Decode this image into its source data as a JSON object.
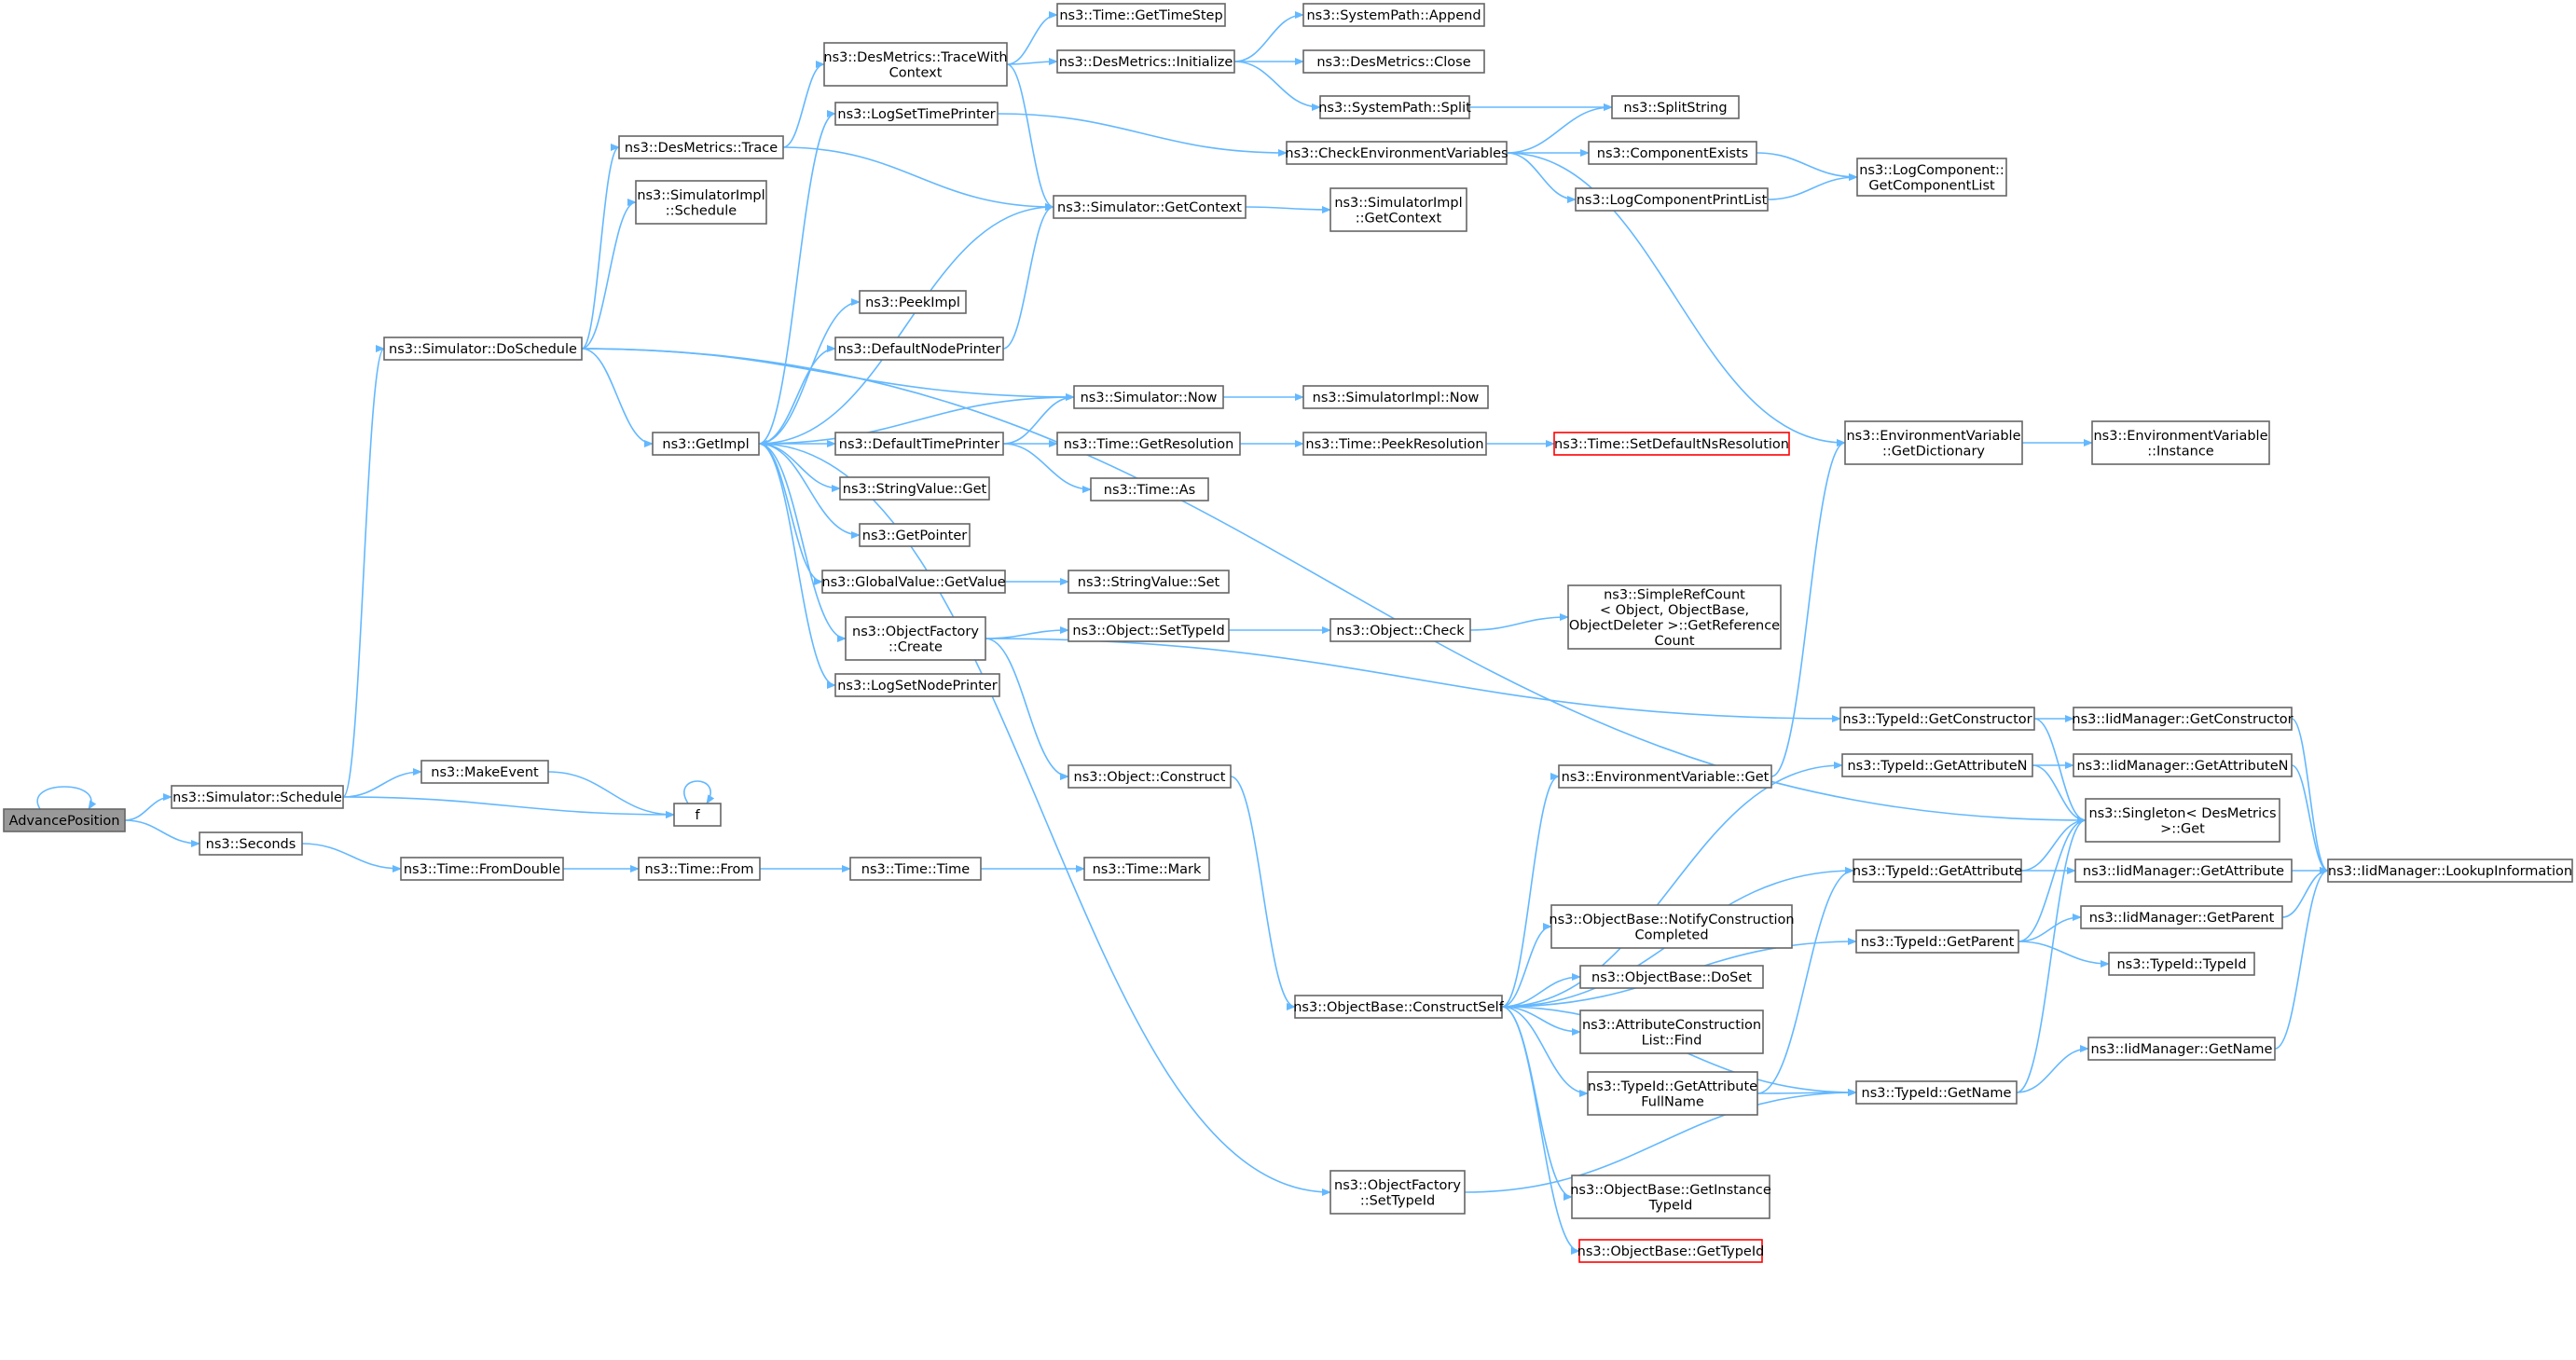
{
  "colors": {
    "edge": "#63b8ff",
    "node_border": "#666666",
    "root_fill": "#999999",
    "broken_border": "#ff0000",
    "background": "#ffffff"
  },
  "nodes": [
    {
      "id": "AdvancePosition",
      "lines": [
        "AdvancePosition"
      ]
    },
    {
      "id": "Schedule",
      "lines": [
        "ns3::Simulator::Schedule"
      ]
    },
    {
      "id": "Seconds",
      "lines": [
        "ns3::Seconds"
      ]
    },
    {
      "id": "DoSchedule",
      "lines": [
        "ns3::Simulator::DoSchedule"
      ]
    },
    {
      "id": "MakeEvent",
      "lines": [
        "ns3::MakeEvent"
      ]
    },
    {
      "id": "f",
      "lines": [
        "f"
      ]
    },
    {
      "id": "FromDouble",
      "lines": [
        "ns3::Time::FromDouble"
      ]
    },
    {
      "id": "TimeFrom",
      "lines": [
        "ns3::Time::From"
      ]
    },
    {
      "id": "TimeTime",
      "lines": [
        "ns3::Time::Time"
      ]
    },
    {
      "id": "TimeMark",
      "lines": [
        "ns3::Time::Mark"
      ]
    },
    {
      "id": "DesTrace",
      "lines": [
        "ns3::DesMetrics::Trace"
      ]
    },
    {
      "id": "SimImplSchedule",
      "lines": [
        "ns3::SimulatorImpl",
        "::Schedule"
      ]
    },
    {
      "id": "GetImpl",
      "lines": [
        "ns3::GetImpl"
      ]
    },
    {
      "id": "TraceWithContext",
      "lines": [
        "ns3::DesMetrics::TraceWith",
        "Context"
      ]
    },
    {
      "id": "LogSetTimePrinter",
      "lines": [
        "ns3::LogSetTimePrinter"
      ]
    },
    {
      "id": "PeekImpl",
      "lines": [
        "ns3::PeekImpl"
      ]
    },
    {
      "id": "DefaultNodePrinter",
      "lines": [
        "ns3::DefaultNodePrinter"
      ]
    },
    {
      "id": "DefaultTimePrinter",
      "lines": [
        "ns3::DefaultTimePrinter"
      ]
    },
    {
      "id": "StringValueGet",
      "lines": [
        "ns3::StringValue::Get"
      ]
    },
    {
      "id": "GetPointer",
      "lines": [
        "ns3::GetPointer"
      ]
    },
    {
      "id": "GlobalValueGetValue",
      "lines": [
        "ns3::GlobalValue::GetValue"
      ]
    },
    {
      "id": "ObjectFactoryCreate",
      "lines": [
        "ns3::ObjectFactory",
        "::Create"
      ]
    },
    {
      "id": "LogSetNodePrinter",
      "lines": [
        "ns3::LogSetNodePrinter"
      ]
    },
    {
      "id": "GetTimeStep",
      "lines": [
        "ns3::Time::GetTimeStep"
      ]
    },
    {
      "id": "DesInitialize",
      "lines": [
        "ns3::DesMetrics::Initialize"
      ]
    },
    {
      "id": "SimGetContext",
      "lines": [
        "ns3::Simulator::GetContext"
      ]
    },
    {
      "id": "SimNow",
      "lines": [
        "ns3::Simulator::Now"
      ]
    },
    {
      "id": "TimeGetResolution",
      "lines": [
        "ns3::Time::GetResolution"
      ]
    },
    {
      "id": "TimeAs",
      "lines": [
        "ns3::Time::As"
      ]
    },
    {
      "id": "StringValueSet",
      "lines": [
        "ns3::StringValue::Set"
      ]
    },
    {
      "id": "ObjectSetTypeId",
      "lines": [
        "ns3::Object::SetTypeId"
      ]
    },
    {
      "id": "ObjectConstruct",
      "lines": [
        "ns3::Object::Construct"
      ]
    },
    {
      "id": "ObjectFactorySetTypeId",
      "lines": [
        "ns3::ObjectFactory",
        "::SetTypeId"
      ]
    },
    {
      "id": "SystemPathAppend",
      "lines": [
        "ns3::SystemPath::Append"
      ]
    },
    {
      "id": "DesClose",
      "lines": [
        "ns3::DesMetrics::Close"
      ]
    },
    {
      "id": "SystemPathSplit",
      "lines": [
        "ns3::SystemPath::Split"
      ]
    },
    {
      "id": "CheckEnvVars",
      "lines": [
        "ns3::CheckEnvironmentVariables"
      ]
    },
    {
      "id": "SimImplGetContext",
      "lines": [
        "ns3::SimulatorImpl",
        "::GetContext"
      ]
    },
    {
      "id": "SimImplNow",
      "lines": [
        "ns3::SimulatorImpl::Now"
      ]
    },
    {
      "id": "PeekResolution",
      "lines": [
        "ns3::Time::PeekResolution"
      ]
    },
    {
      "id": "ObjectCheck",
      "lines": [
        "ns3::Object::Check"
      ]
    },
    {
      "id": "ConstructSelf",
      "lines": [
        "ns3::ObjectBase::ConstructSelf"
      ]
    },
    {
      "id": "SplitString",
      "lines": [
        "ns3::SplitString"
      ]
    },
    {
      "id": "ComponentExists",
      "lines": [
        "ns3::ComponentExists"
      ]
    },
    {
      "id": "LogComponentPrintList",
      "lines": [
        "ns3::LogComponentPrintList"
      ]
    },
    {
      "id": "SetDefaultNsResolution",
      "lines": [
        "ns3::Time::SetDefaultNsResolution"
      ],
      "broken": true
    },
    {
      "id": "SimpleRefCount",
      "lines": [
        "ns3::SimpleRefCount",
        "< Object, ObjectBase,",
        "ObjectDeleter >::GetReference",
        "Count"
      ]
    },
    {
      "id": "EnvVarGet",
      "lines": [
        "ns3::EnvironmentVariable::Get"
      ]
    },
    {
      "id": "NotifyConstructionCompleted",
      "lines": [
        "ns3::ObjectBase::NotifyConstruction",
        "Completed"
      ]
    },
    {
      "id": "DoSet",
      "lines": [
        "ns3::ObjectBase::DoSet"
      ]
    },
    {
      "id": "AttrConstructionListFind",
      "lines": [
        "ns3::AttributeConstruction",
        "List::Find"
      ]
    },
    {
      "id": "GetAttributeFullName",
      "lines": [
        "ns3::TypeId::GetAttribute",
        "FullName"
      ]
    },
    {
      "id": "GetInstanceTypeId",
      "lines": [
        "ns3::ObjectBase::GetInstance",
        "TypeId"
      ]
    },
    {
      "id": "ObjectBaseGetTypeId",
      "lines": [
        "ns3::ObjectBase::GetTypeId"
      ],
      "broken": true
    },
    {
      "id": "LogComponentGetComponentList",
      "lines": [
        "ns3::LogComponent::",
        "GetComponentList"
      ]
    },
    {
      "id": "EnvVarGetDictionary",
      "lines": [
        "ns3::EnvironmentVariable",
        "::GetDictionary"
      ]
    },
    {
      "id": "TypeIdGetConstructor",
      "lines": [
        "ns3::TypeId::GetConstructor"
      ]
    },
    {
      "id": "TypeIdGetAttributeN",
      "lines": [
        "ns3::TypeId::GetAttributeN"
      ]
    },
    {
      "id": "TypeIdGetAttribute",
      "lines": [
        "ns3::TypeId::GetAttribute"
      ]
    },
    {
      "id": "TypeIdGetParent",
      "lines": [
        "ns3::TypeId::GetParent"
      ]
    },
    {
      "id": "TypeIdGetName",
      "lines": [
        "ns3::TypeId::GetName"
      ]
    },
    {
      "id": "EnvVarInstance",
      "lines": [
        "ns3::EnvironmentVariable",
        "::Instance"
      ]
    },
    {
      "id": "IidGetConstructor",
      "lines": [
        "ns3::IidManager::GetConstructor"
      ]
    },
    {
      "id": "IidGetAttributeN",
      "lines": [
        "ns3::IidManager::GetAttributeN"
      ]
    },
    {
      "id": "SingletonGet",
      "lines": [
        "ns3::Singleton< DesMetrics",
        ">::Get"
      ]
    },
    {
      "id": "IidGetAttribute",
      "lines": [
        "ns3::IidManager::GetAttribute"
      ]
    },
    {
      "id": "IidGetParent",
      "lines": [
        "ns3::IidManager::GetParent"
      ]
    },
    {
      "id": "TypeIdTypeId",
      "lines": [
        "ns3::TypeId::TypeId"
      ]
    },
    {
      "id": "IidGetName",
      "lines": [
        "ns3::IidManager::GetName"
      ]
    },
    {
      "id": "IidLookupInformation",
      "lines": [
        "ns3::IidManager::LookupInformation"
      ]
    }
  ],
  "edges": [
    [
      "AdvancePosition",
      "AdvancePosition"
    ],
    [
      "AdvancePosition",
      "Schedule"
    ],
    [
      "AdvancePosition",
      "Seconds"
    ],
    [
      "Schedule",
      "DoSchedule"
    ],
    [
      "Schedule",
      "MakeEvent"
    ],
    [
      "Schedule",
      "f"
    ],
    [
      "MakeEvent",
      "f"
    ],
    [
      "f",
      "f"
    ],
    [
      "Seconds",
      "FromDouble"
    ],
    [
      "FromDouble",
      "TimeFrom"
    ],
    [
      "TimeFrom",
      "TimeTime"
    ],
    [
      "TimeTime",
      "TimeMark"
    ],
    [
      "DoSchedule",
      "DesTrace"
    ],
    [
      "DoSchedule",
      "SimImplSchedule"
    ],
    [
      "DoSchedule",
      "GetImpl"
    ],
    [
      "DoSchedule",
      "SimNow"
    ],
    [
      "DoSchedule",
      "SingletonGet"
    ],
    [
      "DesTrace",
      "TraceWithContext"
    ],
    [
      "DesTrace",
      "SimGetContext"
    ],
    [
      "TraceWithContext",
      "GetTimeStep"
    ],
    [
      "TraceWithContext",
      "DesInitialize"
    ],
    [
      "TraceWithContext",
      "SimGetContext"
    ],
    [
      "DesInitialize",
      "SystemPathAppend"
    ],
    [
      "DesInitialize",
      "DesClose"
    ],
    [
      "DesInitialize",
      "SystemPathSplit"
    ],
    [
      "SystemPathSplit",
      "SplitString"
    ],
    [
      "GetImpl",
      "LogSetTimePrinter"
    ],
    [
      "GetImpl",
      "SimGetContext"
    ],
    [
      "GetImpl",
      "PeekImpl"
    ],
    [
      "GetImpl",
      "DefaultNodePrinter"
    ],
    [
      "GetImpl",
      "DefaultTimePrinter"
    ],
    [
      "GetImpl",
      "StringValueGet"
    ],
    [
      "GetImpl",
      "GetPointer"
    ],
    [
      "GetImpl",
      "GlobalValueGetValue"
    ],
    [
      "GetImpl",
      "ObjectFactoryCreate"
    ],
    [
      "GetImpl",
      "LogSetNodePrinter"
    ],
    [
      "GetImpl",
      "ObjectFactorySetTypeId"
    ],
    [
      "SimNow",
      "GetImpl"
    ],
    [
      "SimNow",
      "SimImplNow"
    ],
    [
      "LogSetTimePrinter",
      "CheckEnvVars"
    ],
    [
      "DefaultNodePrinter",
      "SimGetContext"
    ],
    [
      "DefaultTimePrinter",
      "SimNow"
    ],
    [
      "DefaultTimePrinter",
      "TimeGetResolution"
    ],
    [
      "DefaultTimePrinter",
      "TimeAs"
    ],
    [
      "TimeGetResolution",
      "PeekResolution"
    ],
    [
      "PeekResolution",
      "SetDefaultNsResolution"
    ],
    [
      "GlobalValueGetValue",
      "StringValueSet"
    ],
    [
      "ObjectFactoryCreate",
      "ObjectSetTypeId"
    ],
    [
      "ObjectFactoryCreate",
      "ObjectConstruct"
    ],
    [
      "ObjectFactoryCreate",
      "TypeIdGetConstructor"
    ],
    [
      "ObjectSetTypeId",
      "ObjectCheck"
    ],
    [
      "ObjectCheck",
      "SimpleRefCount"
    ],
    [
      "ObjectConstruct",
      "ConstructSelf"
    ],
    [
      "SimGetContext",
      "SimImplGetContext"
    ],
    [
      "CheckEnvVars",
      "SplitString"
    ],
    [
      "CheckEnvVars",
      "ComponentExists"
    ],
    [
      "CheckEnvVars",
      "LogComponentPrintList"
    ],
    [
      "CheckEnvVars",
      "EnvVarGetDictionary"
    ],
    [
      "ComponentExists",
      "LogComponentGetComponentList"
    ],
    [
      "LogComponentPrintList",
      "LogComponentGetComponentList"
    ],
    [
      "EnvVarGetDictionary",
      "EnvVarInstance"
    ],
    [
      "EnvVarGet",
      "EnvVarGetDictionary"
    ],
    [
      "ConstructSelf",
      "EnvVarGet"
    ],
    [
      "ConstructSelf",
      "TypeIdGetAttributeN"
    ],
    [
      "ConstructSelf",
      "TypeIdGetAttribute"
    ],
    [
      "ConstructSelf",
      "NotifyConstructionCompleted"
    ],
    [
      "ConstructSelf",
      "DoSet"
    ],
    [
      "ConstructSelf",
      "AttrConstructionListFind"
    ],
    [
      "ConstructSelf",
      "GetAttributeFullName"
    ],
    [
      "ConstructSelf",
      "GetInstanceTypeId"
    ],
    [
      "ConstructSelf",
      "ObjectBaseGetTypeId"
    ],
    [
      "ConstructSelf",
      "TypeIdGetParent"
    ],
    [
      "ConstructSelf",
      "TypeIdGetName"
    ],
    [
      "GetAttributeFullName",
      "TypeIdGetAttribute"
    ],
    [
      "GetAttributeFullName",
      "TypeIdGetName"
    ],
    [
      "ObjectFactorySetTypeId",
      "TypeIdGetName"
    ],
    [
      "TypeIdGetConstructor",
      "IidGetConstructor"
    ],
    [
      "TypeIdGetConstructor",
      "SingletonGet"
    ],
    [
      "TypeIdGetAttributeN",
      "IidGetAttributeN"
    ],
    [
      "TypeIdGetAttributeN",
      "SingletonGet"
    ],
    [
      "TypeIdGetAttribute",
      "IidGetAttribute"
    ],
    [
      "TypeIdGetAttribute",
      "SingletonGet"
    ],
    [
      "TypeIdGetParent",
      "IidGetParent"
    ],
    [
      "TypeIdGetParent",
      "TypeIdTypeId"
    ],
    [
      "TypeIdGetParent",
      "SingletonGet"
    ],
    [
      "TypeIdGetName",
      "IidGetName"
    ],
    [
      "TypeIdGetName",
      "SingletonGet"
    ],
    [
      "IidGetConstructor",
      "IidLookupInformation"
    ],
    [
      "IidGetAttributeN",
      "IidLookupInformation"
    ],
    [
      "IidGetAttribute",
      "IidLookupInformation"
    ],
    [
      "IidGetParent",
      "IidLookupInformation"
    ],
    [
      "IidGetName",
      "IidLookupInformation"
    ]
  ]
}
